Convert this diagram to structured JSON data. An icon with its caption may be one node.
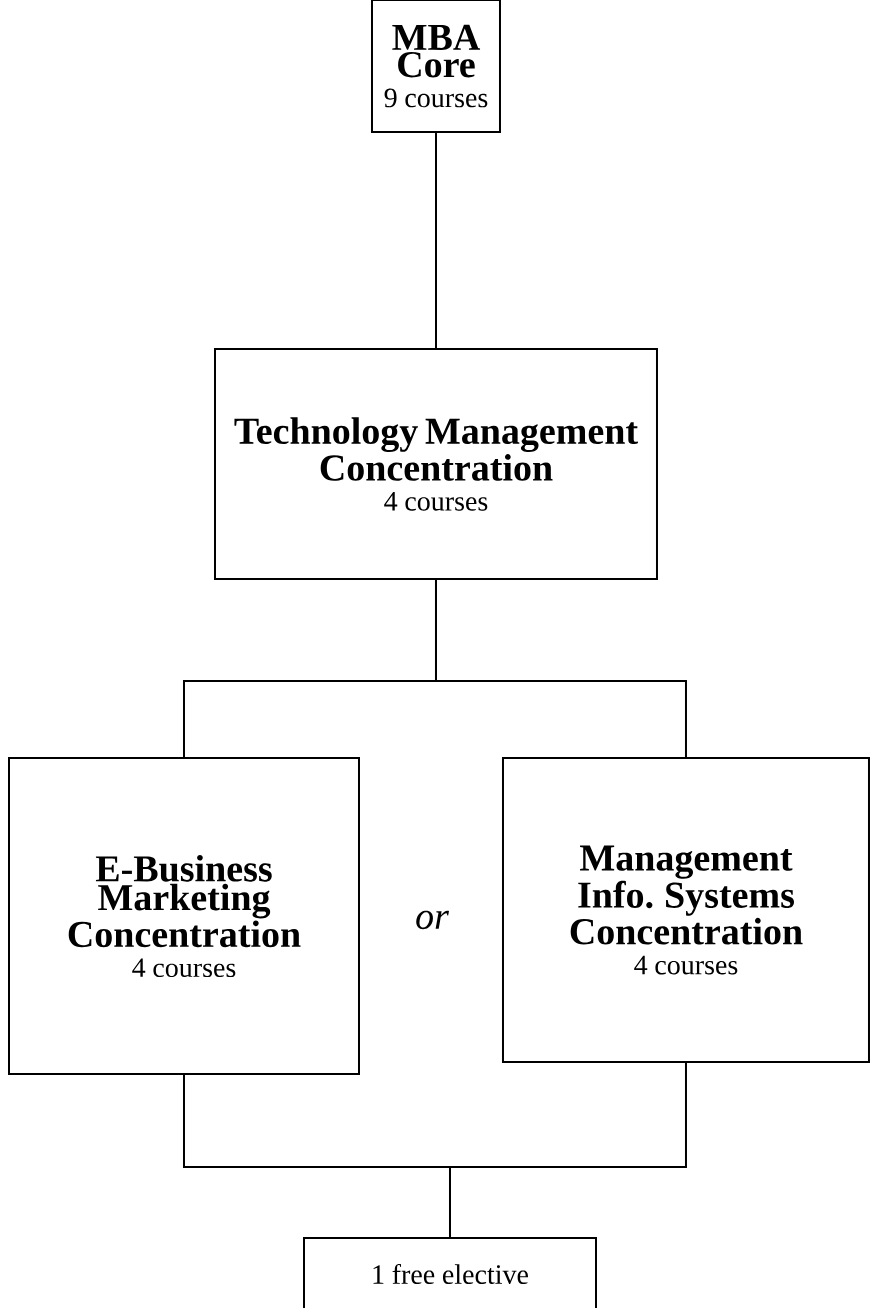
{
  "diagram": {
    "nodes": [
      {
        "text": [
          "MBA Core",
          "9 courses"
        ]
      },
      {
        "text": [
          "Technology Management Concentration",
          "4 courses"
        ]
      },
      {
        "text": [
          "E-Business Marketing Concentration",
          "4 courses"
        ]
      },
      {
        "text": [
          "Management Info. Systems Concentration",
          "4 courses"
        ]
      },
      {
        "text": [
          "1 free elective"
        ]
      }
    ],
    "edges": [
      {
        "from": 0,
        "to": 1,
        "arrow": "none"
      },
      {
        "from": 1,
        "to": 2,
        "arrow": "none"
      },
      {
        "from": 1,
        "to": 3,
        "arrow": "none"
      },
      {
        "from": 2,
        "to": 4,
        "arrow": "none"
      },
      {
        "from": 3,
        "to": 4,
        "arrow": "none"
      }
    ],
    "labels": [
      "or"
    ]
  }
}
